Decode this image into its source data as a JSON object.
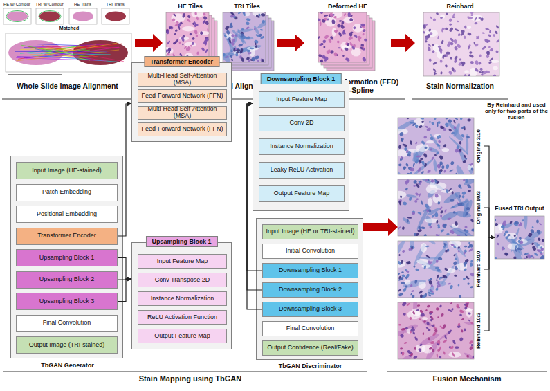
{
  "diagram": {
    "nodes": [
      {
        "text": [
          "HE w/ Contour",
          "TRI w/ Contour",
          "HE Trans",
          "TRI Trans",
          "Matched",
          "Whole Slide Image Alignment"
        ]
      },
      {
        "text": [
          "HE Tiles",
          "TRI Tiles",
          "Tile Extraction and Alignment"
        ]
      },
      {
        "text": [
          "Deformed HE",
          "Free Form Deformation (FFD) using B-Spline"
        ]
      },
      {
        "text": [
          "Reinhard",
          "Stain Normalization"
        ]
      },
      {
        "text": [
          "TbGAN Generator"
        ]
      },
      {
        "text": [
          "Input Image (HE-stained)"
        ],
        "in": 4
      },
      {
        "text": [
          "Patch Embedding"
        ],
        "in": 4
      },
      {
        "text": [
          "Positional Embedding"
        ],
        "in": 4
      },
      {
        "text": [
          "Transformer Encoder"
        ],
        "in": 4
      },
      {
        "text": [
          "Upsampling Block 1"
        ],
        "in": 4
      },
      {
        "text": [
          "Upsampling Block 2"
        ],
        "in": 4
      },
      {
        "text": [
          "Upsampling Block 3"
        ],
        "in": 4
      },
      {
        "text": [
          "Final Convolution"
        ],
        "in": 4
      },
      {
        "text": [
          "Output Image (TRI-stained)"
        ],
        "in": 4
      },
      {
        "text": [
          "Transformer Encoder"
        ]
      },
      {
        "text": [
          "Multi-Head Self-Attention (MSA)"
        ],
        "in": 14
      },
      {
        "text": [
          "Feed-Forward Network (FFN)"
        ],
        "in": 14
      },
      {
        "text": [
          "Multi-Head Self-Attention (MSA)"
        ],
        "in": 14
      },
      {
        "text": [
          "Feed-Forward Network (FFN)"
        ],
        "in": 14
      },
      {
        "text": [
          "Upsampling Block 1"
        ]
      },
      {
        "text": [
          "Input Feature Map"
        ],
        "in": 19
      },
      {
        "text": [
          "Conv Transpose 2D"
        ],
        "in": 19
      },
      {
        "text": [
          "Instance Normalization"
        ],
        "in": 19
      },
      {
        "text": [
          "ReLU Activation Function"
        ],
        "in": 19
      },
      {
        "text": [
          "Output Feature Map"
        ],
        "in": 19
      },
      {
        "text": [
          "Downsampling Block 1"
        ]
      },
      {
        "text": [
          "Input Feature Map"
        ],
        "in": 25
      },
      {
        "text": [
          "Conv 2D"
        ],
        "in": 25
      },
      {
        "text": [
          "Instance Normalization"
        ],
        "in": 25
      },
      {
        "text": [
          "Leaky ReLU Activation"
        ],
        "in": 25
      },
      {
        "text": [
          "Output Feature Map"
        ],
        "in": 25
      },
      {
        "text": [
          "TbGAN Discriminator"
        ]
      },
      {
        "text": [
          "Input Image (HE or TRI-stained)"
        ],
        "in": 31
      },
      {
        "text": [
          "Initial Convolution"
        ],
        "in": 31
      },
      {
        "text": [
          "Downsampling Block 1"
        ],
        "in": 31
      },
      {
        "text": [
          "Downsampling Block 2"
        ],
        "in": 31
      },
      {
        "text": [
          "Downsampling Block 3"
        ],
        "in": 31
      },
      {
        "text": [
          "Final Convolution"
        ],
        "in": 31
      },
      {
        "text": [
          "Output Confidence (Real/Fake)"
        ],
        "in": 31
      },
      {
        "text": [
          "Original 3/10"
        ]
      },
      {
        "text": [
          "Original 10/3"
        ]
      },
      {
        "text": [
          "Reinhard 3/10"
        ]
      },
      {
        "text": [
          "Reinhard 10/3"
        ]
      },
      {
        "text": [
          "Fused TRI Output"
        ]
      }
    ],
    "edges": [
      {
        "from": 0,
        "to": 1,
        "arrow": "to"
      },
      {
        "from": 1,
        "to": 2,
        "arrow": "to"
      },
      {
        "from": 2,
        "to": 3,
        "arrow": "to"
      },
      {
        "from": 8,
        "to": 14,
        "arrow": "to"
      },
      {
        "from": 9,
        "to": 19,
        "arrow": "to"
      },
      {
        "from": 10,
        "to": 19,
        "arrow": "to"
      },
      {
        "from": 11,
        "to": 19,
        "arrow": "to"
      },
      {
        "from": 34,
        "to": 25,
        "arrow": "to"
      },
      {
        "from": 35,
        "to": 25,
        "arrow": "to"
      },
      {
        "from": 36,
        "to": 25,
        "arrow": "to"
      },
      {
        "from": 31,
        "to": 40,
        "arrow": "to"
      },
      {
        "from": 39,
        "to": 43,
        "arrow": "to"
      },
      {
        "from": 40,
        "to": 43,
        "arrow": "to"
      },
      {
        "from": 41,
        "to": 43,
        "arrow": "to"
      },
      {
        "from": 42,
        "to": 43,
        "arrow": "to"
      }
    ],
    "labels": [
      "By Reinhard and used only for two parts of the fusion",
      "Stain Mapping using TbGAN",
      "Fusion Mechanism"
    ]
  }
}
